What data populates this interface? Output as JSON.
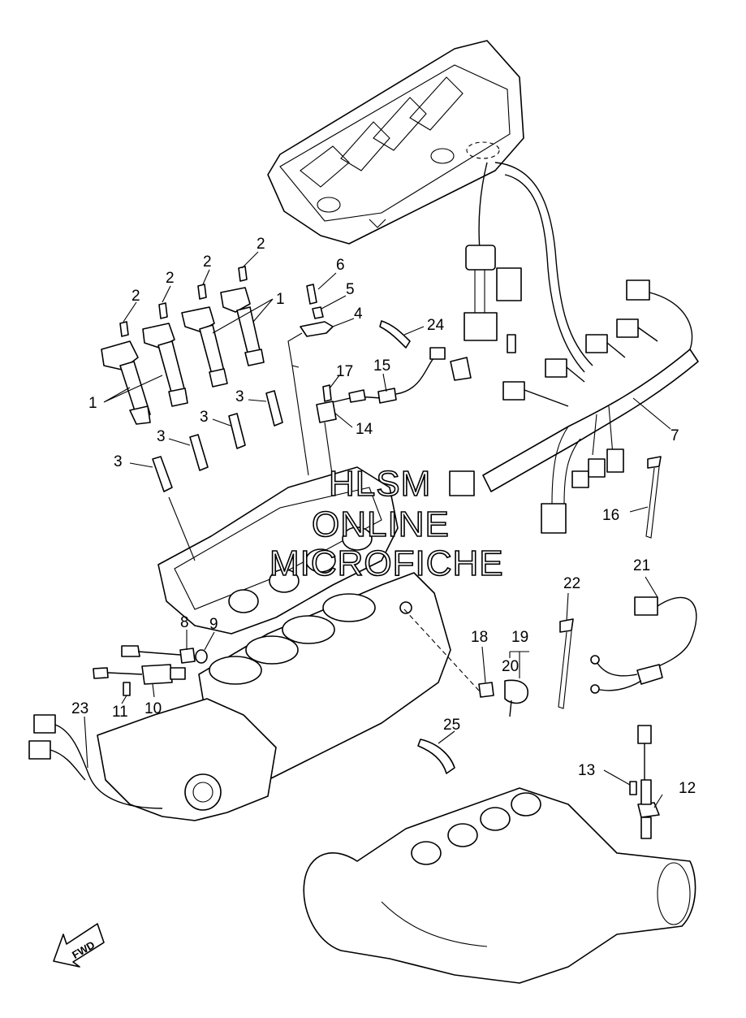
{
  "watermark": [
    "HLSM",
    "ONLINE",
    "MICROFICHE"
  ],
  "direction_arrow": {
    "label": "FWD",
    "icon": "fwd-arrow-icon"
  },
  "callouts": [
    {
      "id": "c1a",
      "text": "1"
    },
    {
      "id": "c1b",
      "text": "1"
    },
    {
      "id": "c2a",
      "text": "2"
    },
    {
      "id": "c2b",
      "text": "2"
    },
    {
      "id": "c2c",
      "text": "2"
    },
    {
      "id": "c2d",
      "text": "2"
    },
    {
      "id": "c3a",
      "text": "3"
    },
    {
      "id": "c3b",
      "text": "3"
    },
    {
      "id": "c3c",
      "text": "3"
    },
    {
      "id": "c3d",
      "text": "3"
    },
    {
      "id": "c4",
      "text": "4"
    },
    {
      "id": "c5",
      "text": "5"
    },
    {
      "id": "c6",
      "text": "6"
    },
    {
      "id": "c7",
      "text": "7"
    },
    {
      "id": "c8",
      "text": "8"
    },
    {
      "id": "c9",
      "text": "9"
    },
    {
      "id": "c10",
      "text": "10"
    },
    {
      "id": "c11",
      "text": "11"
    },
    {
      "id": "c12",
      "text": "12"
    },
    {
      "id": "c13",
      "text": "13"
    },
    {
      "id": "c14",
      "text": "14"
    },
    {
      "id": "c15",
      "text": "15"
    },
    {
      "id": "c16",
      "text": "16"
    },
    {
      "id": "c17",
      "text": "17"
    },
    {
      "id": "c18",
      "text": "18"
    },
    {
      "id": "c19",
      "text": "19"
    },
    {
      "id": "c20",
      "text": "20"
    },
    {
      "id": "c21",
      "text": "21"
    },
    {
      "id": "c22",
      "text": "22"
    },
    {
      "id": "c23",
      "text": "23"
    },
    {
      "id": "c24",
      "text": "24"
    },
    {
      "id": "c25",
      "text": "25"
    }
  ]
}
